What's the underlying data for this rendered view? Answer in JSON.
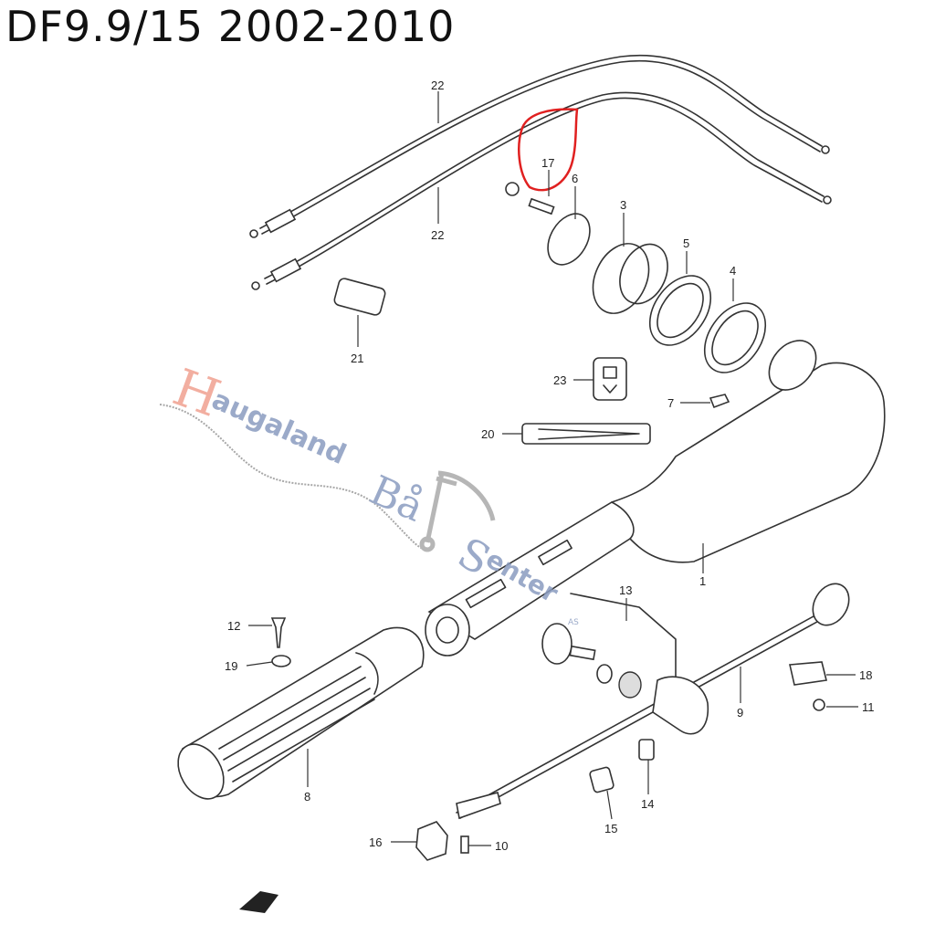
{
  "title": "DF9.9/15 2002-2010",
  "watermark": {
    "text": "Haugaland Båt Senter AS",
    "first": "H",
    "word1": "augaland",
    "word2": "Bå",
    "word3": "S",
    "word4": "enter",
    "suffix": "AS"
  },
  "highlight_color": "#e02020",
  "part_labels": {
    "p22a": "22",
    "p22b": "22",
    "p17": "17",
    "p6": "6",
    "p3": "3",
    "p5": "5",
    "p4": "4",
    "p21": "21",
    "p23": "23",
    "p7": "7",
    "p20": "20",
    "p1": "1",
    "p13": "13",
    "p12": "12",
    "p19": "19",
    "p18": "18",
    "p11": "11",
    "p9": "9",
    "p8": "8",
    "p15": "15",
    "p14": "14",
    "p16": "16",
    "p10": "10"
  }
}
